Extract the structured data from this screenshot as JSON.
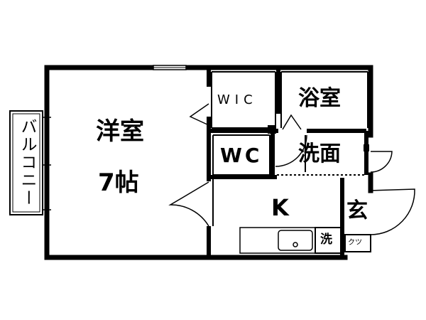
{
  "rooms": {
    "western_room": "洋室",
    "western_room_size": "7帖",
    "walk_in_closet": "WIC",
    "bathroom": "浴室",
    "toilet": "WC",
    "washroom": "洗面",
    "kitchen": "K",
    "entrance": "玄",
    "washer": "洗",
    "shoe_closet": "クツ",
    "balcony": "バルコニー"
  }
}
